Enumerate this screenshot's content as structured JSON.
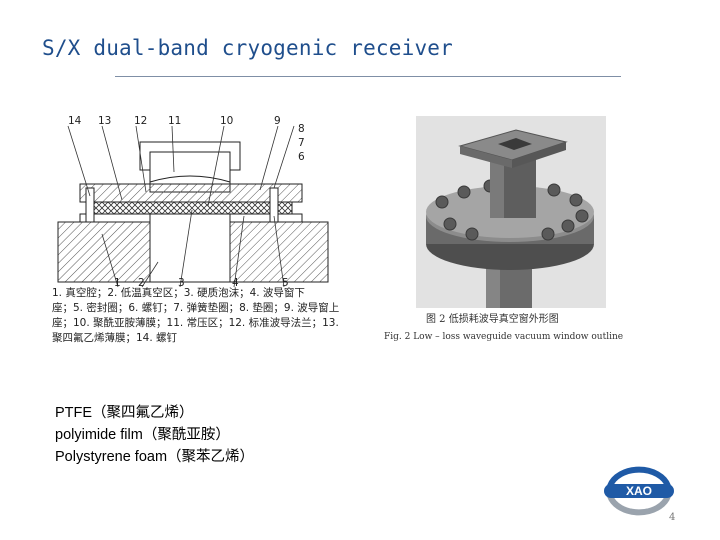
{
  "slide": {
    "title": "S/X dual-band cryogenic receiver",
    "page_number": "4"
  },
  "figure_left": {
    "callouts_top": [
      "14",
      "13",
      "12",
      "11",
      "10",
      "9",
      "8",
      "7",
      "6"
    ],
    "callouts_bottom": [
      "1",
      "2",
      "3",
      "4",
      "5"
    ],
    "caption_lines": [
      "1. 真空腔；2. 低温真空区；3. 硬质泡沫；4. 波导窗下",
      "座；5. 密封圈；6. 螺钉；7. 弹簧垫圈；8. 垫圈；9. 波导窗上",
      "座；10. 聚酰亚胺薄膜；11. 常压区；12. 标准波导法兰；13.",
      "聚四氟乙烯薄膜；14. 螺钉"
    ]
  },
  "figure_right": {
    "caption_cn": "图 2   低损耗波导真空窗外形图",
    "caption_en": "Fig. 2    Low – loss waveguide vacuum window outline"
  },
  "materials": [
    "PTFE（聚四氟乙烯）",
    "polyimide film（聚酰亚胺）",
    "Polystyrene foam（聚苯乙烯）"
  ],
  "logo": {
    "text": "XAO",
    "colors": {
      "blue": "#1f5aa6",
      "grey": "#9aa3ad"
    }
  },
  "colors": {
    "title": "#1f4e8c"
  }
}
